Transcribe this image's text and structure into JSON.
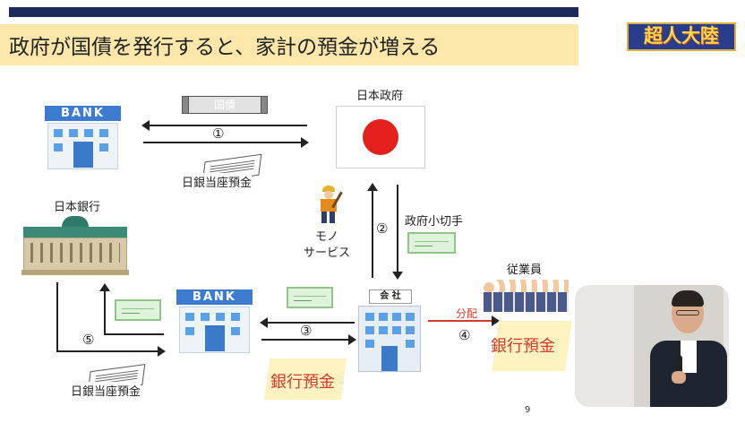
{
  "slide": {
    "title": "政府が国債を発行すると、家計の預金が増える",
    "logo_text": "超人大陸",
    "page_number": "9"
  },
  "diagram": {
    "government_label": "日本政府",
    "bond_label": "国債",
    "step1": "①",
    "step2": "②",
    "step3": "③",
    "step4": "④",
    "step5": "⑤",
    "boj_account_top": "日銀当座預金",
    "boj_account_bottom": "日銀当座預金",
    "boj_label": "日本銀行",
    "goods_services_line1": "モノ",
    "goods_services_line2": "サービス",
    "gov_check_label": "政府小切手",
    "bank_sign_top": "BANK",
    "bank_sign_bottom": "BANK",
    "company_sign": "会 社",
    "employees_label": "従業員",
    "distribution_label": "分配",
    "bank_deposit_bank": "銀行預金",
    "bank_deposit_employees": "銀行預金"
  },
  "colors": {
    "header_bar": "#1e2a5a",
    "title_band": "#fbe7a9",
    "deposit_text": "#d63a2a",
    "bank_blue": "#3d7bd0",
    "flag_red": "#e3201b",
    "check_green": "#dff2dc"
  },
  "icons": [
    "bank-building-icon",
    "japan-flag-icon",
    "bank-of-japan-icon",
    "company-building-icon",
    "worker-icon",
    "employees-icon",
    "check-icon",
    "passbook-icon",
    "government-bond-icon"
  ]
}
